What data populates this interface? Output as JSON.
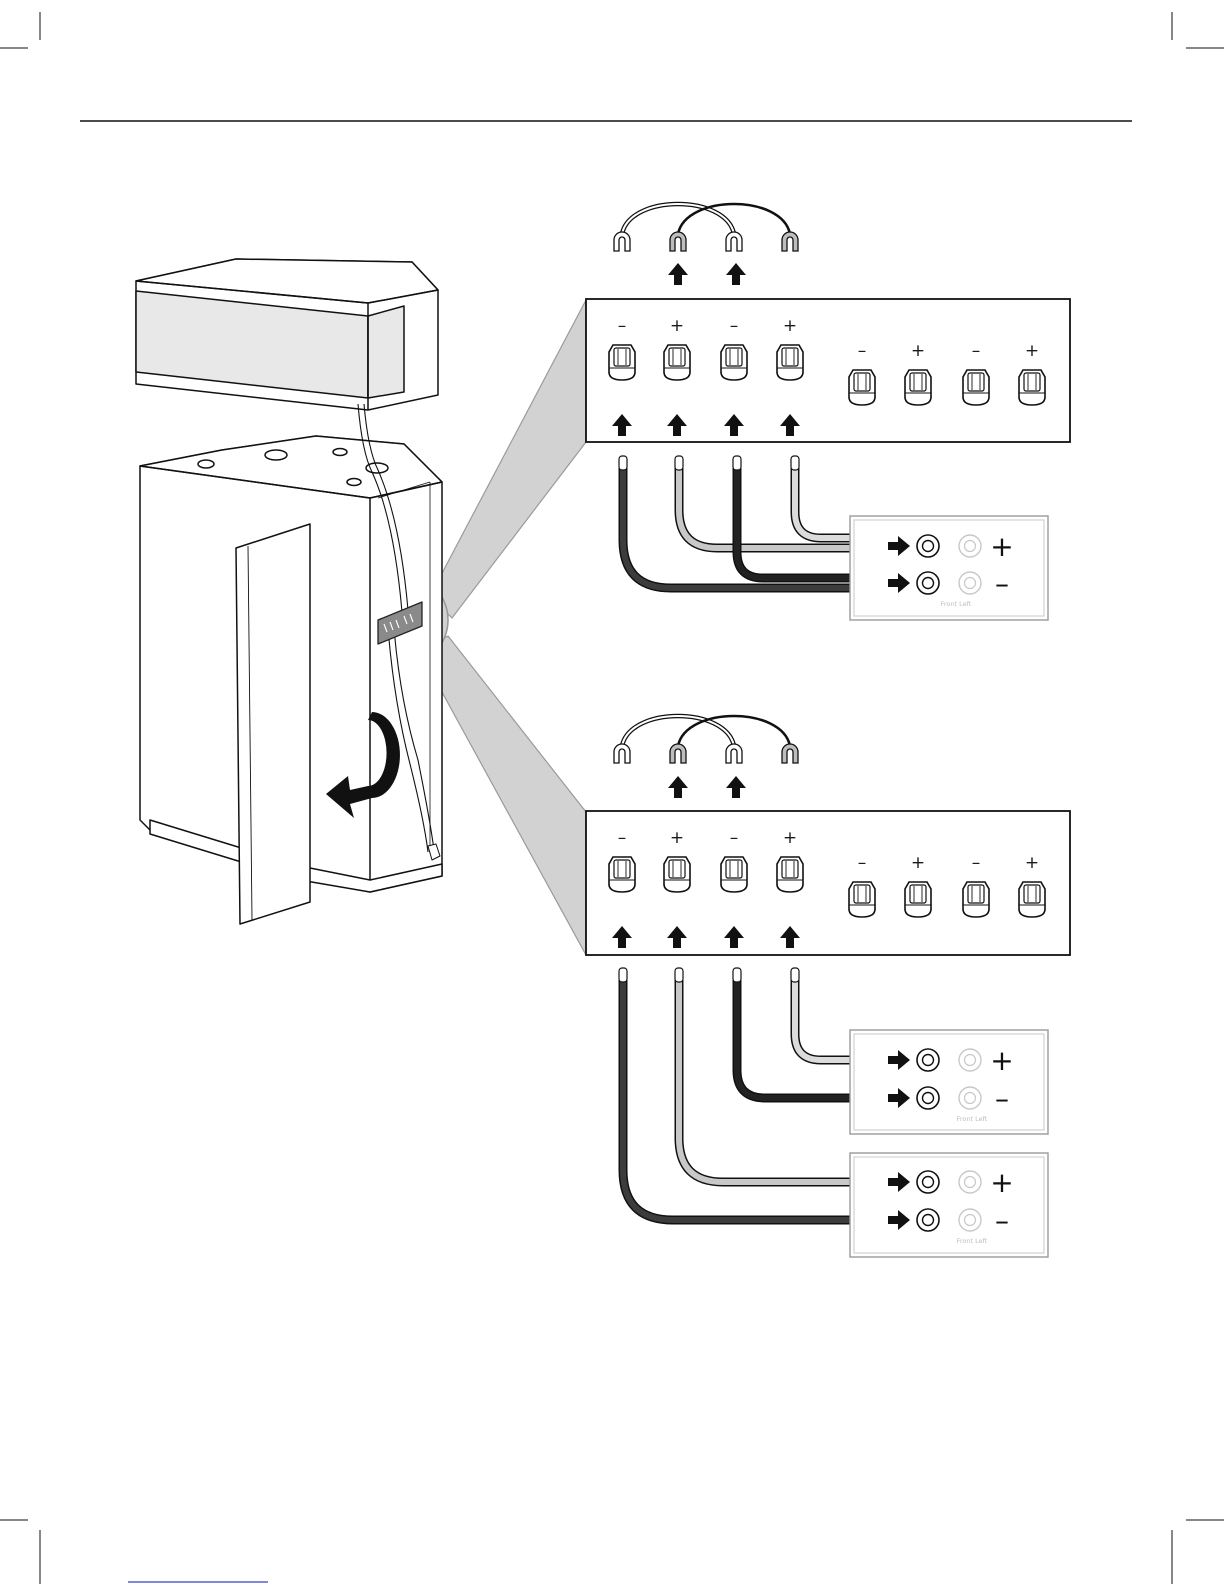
{
  "diagram": {
    "panel_polarity_labels": [
      "–",
      "+",
      "–",
      "+"
    ],
    "wire_colors": {
      "black": "#222222",
      "dark": "#3c3c3c",
      "light": "#c8c8c8",
      "bright": "#dcdcdc",
      "callout": "#d2d2d2"
    },
    "top_detail": {
      "amp_blocks": [
        {
          "plus": "+",
          "minus": "–",
          "label": "Front Left"
        }
      ]
    },
    "bottom_detail": {
      "amp_blocks": [
        {
          "plus": "+",
          "minus": "–",
          "label": "Front Left"
        },
        {
          "plus": "+",
          "minus": "–",
          "label": "Front Left"
        }
      ]
    }
  }
}
